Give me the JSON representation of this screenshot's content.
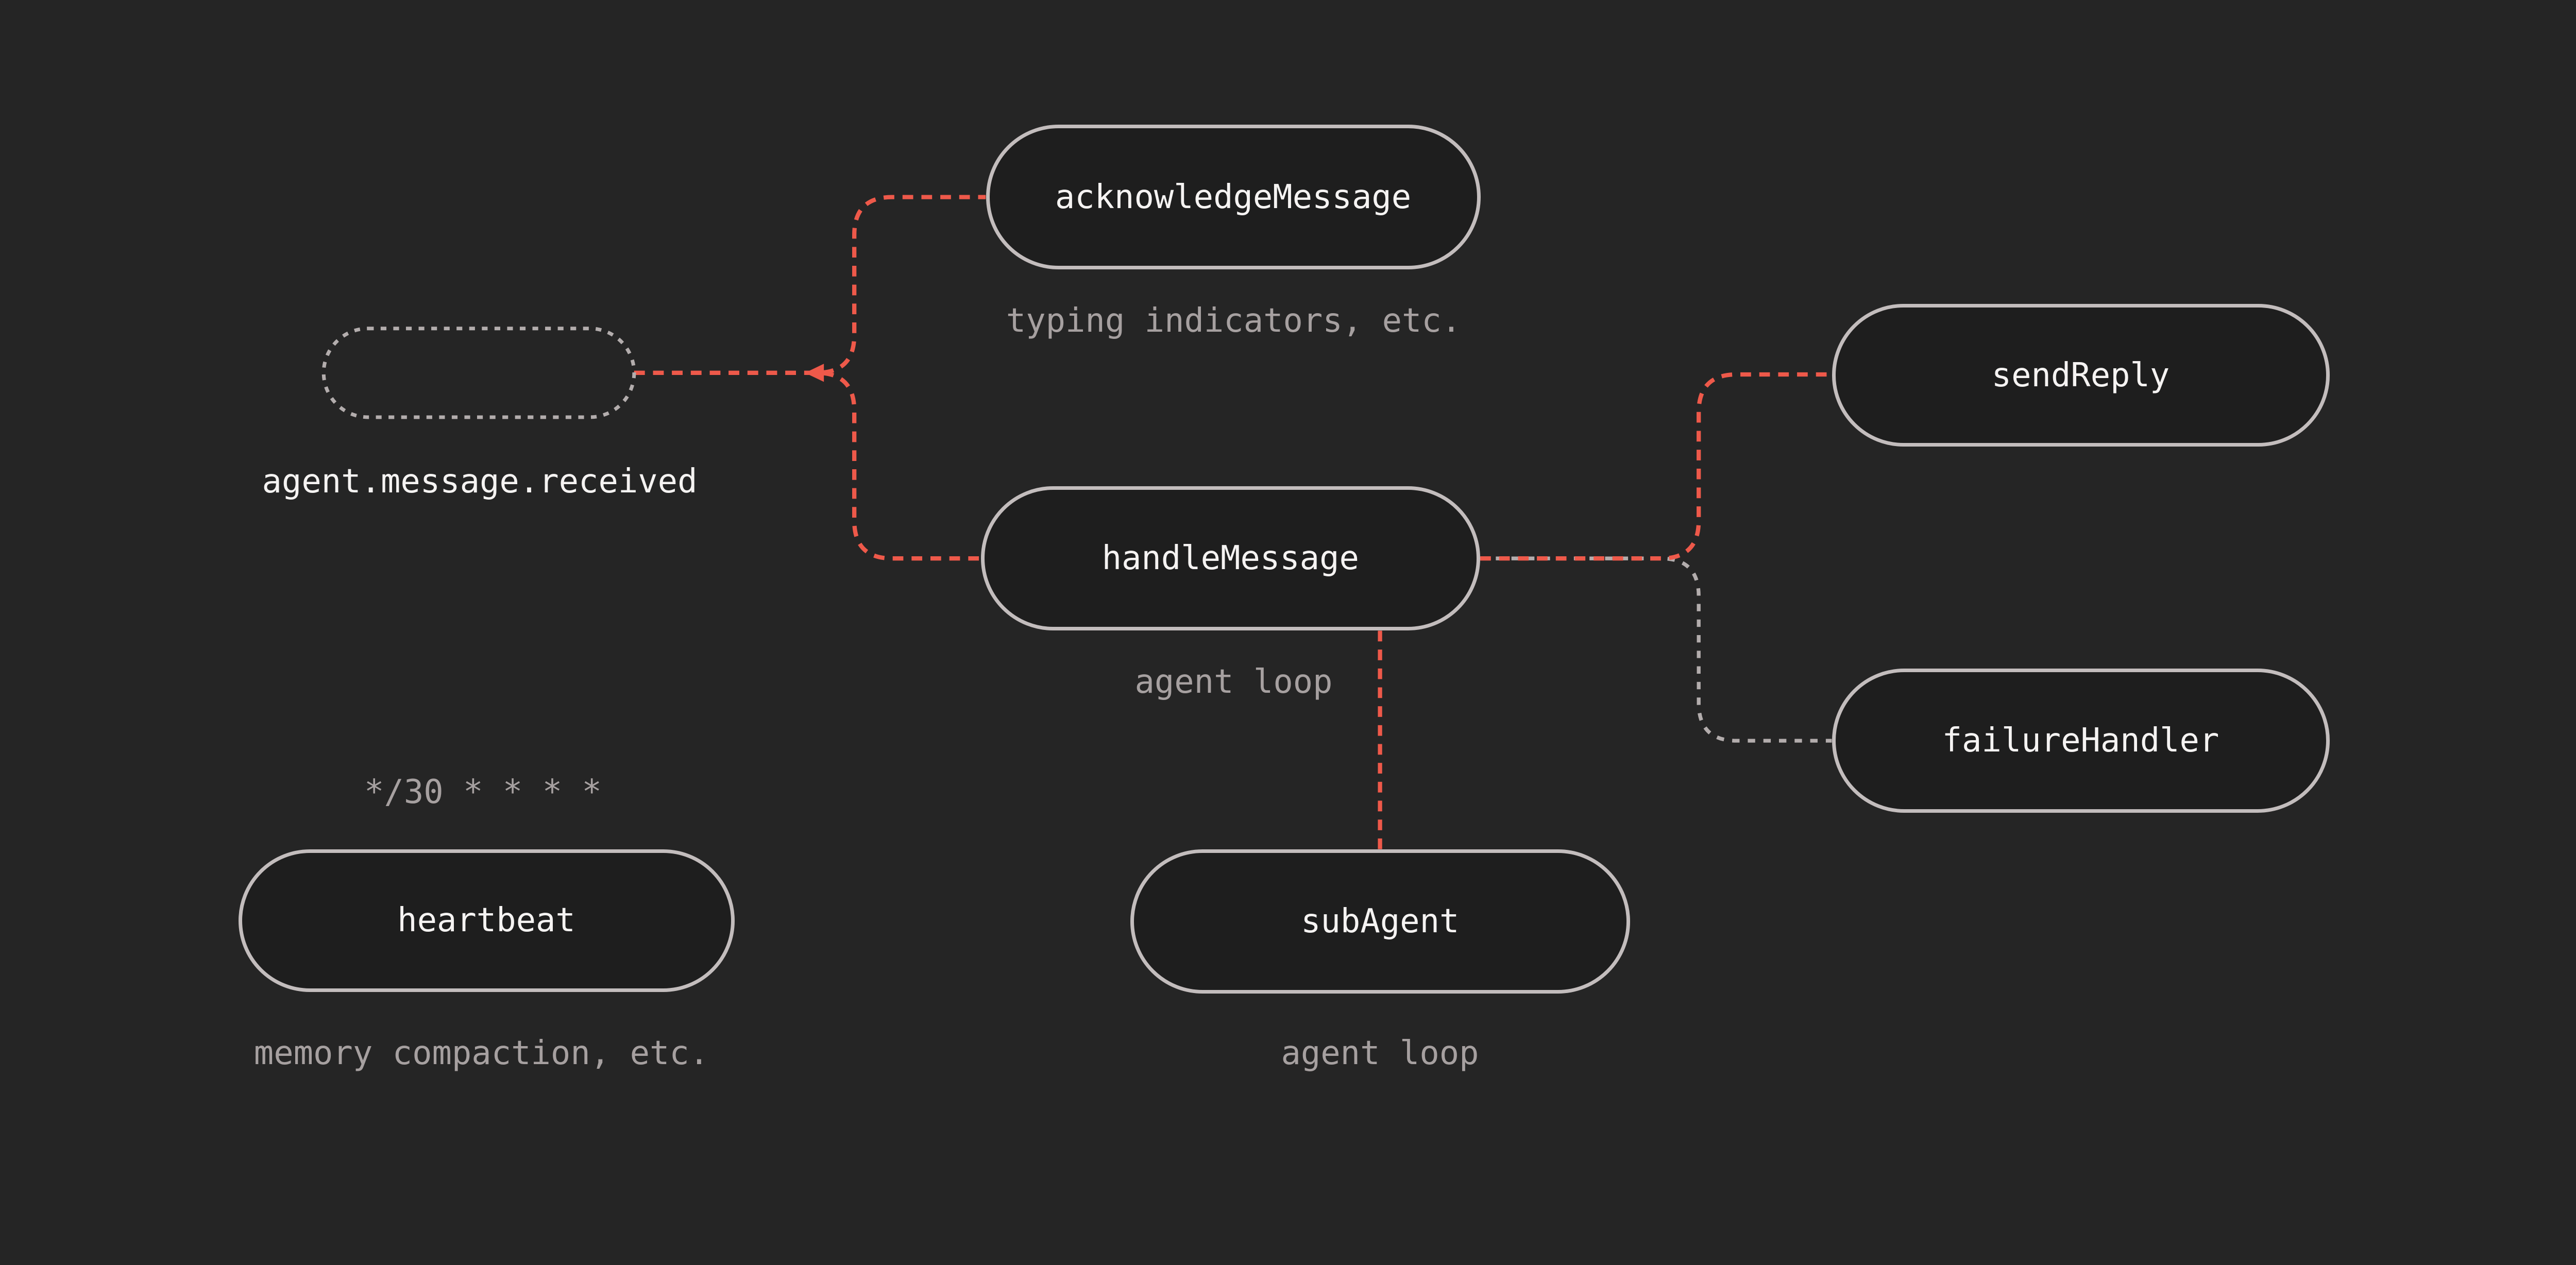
{
  "colors": {
    "background": "#252525",
    "node_fill": "#1e1e1e",
    "node_border": "#c3bdbd",
    "edge_red": "#ee594a",
    "edge_gray": "#b3adad",
    "caption_text": "#a6a0a0",
    "label_text": "#f5f3f2"
  },
  "nodes": {
    "trigger": {
      "event": "agent.message.received"
    },
    "acknowledge_message": {
      "label": "acknowledgeMessage",
      "caption": "typing indicators, etc."
    },
    "handle_message": {
      "label": "handleMessage",
      "caption": "agent loop"
    },
    "send_reply": {
      "label": "sendReply"
    },
    "failure_handler": {
      "label": "failureHandler"
    },
    "sub_agent": {
      "label": "subAgent",
      "caption": "agent loop"
    },
    "heartbeat": {
      "label": "heartbeat",
      "schedule": "*/30 * * * *",
      "caption": "memory compaction, etc."
    }
  }
}
